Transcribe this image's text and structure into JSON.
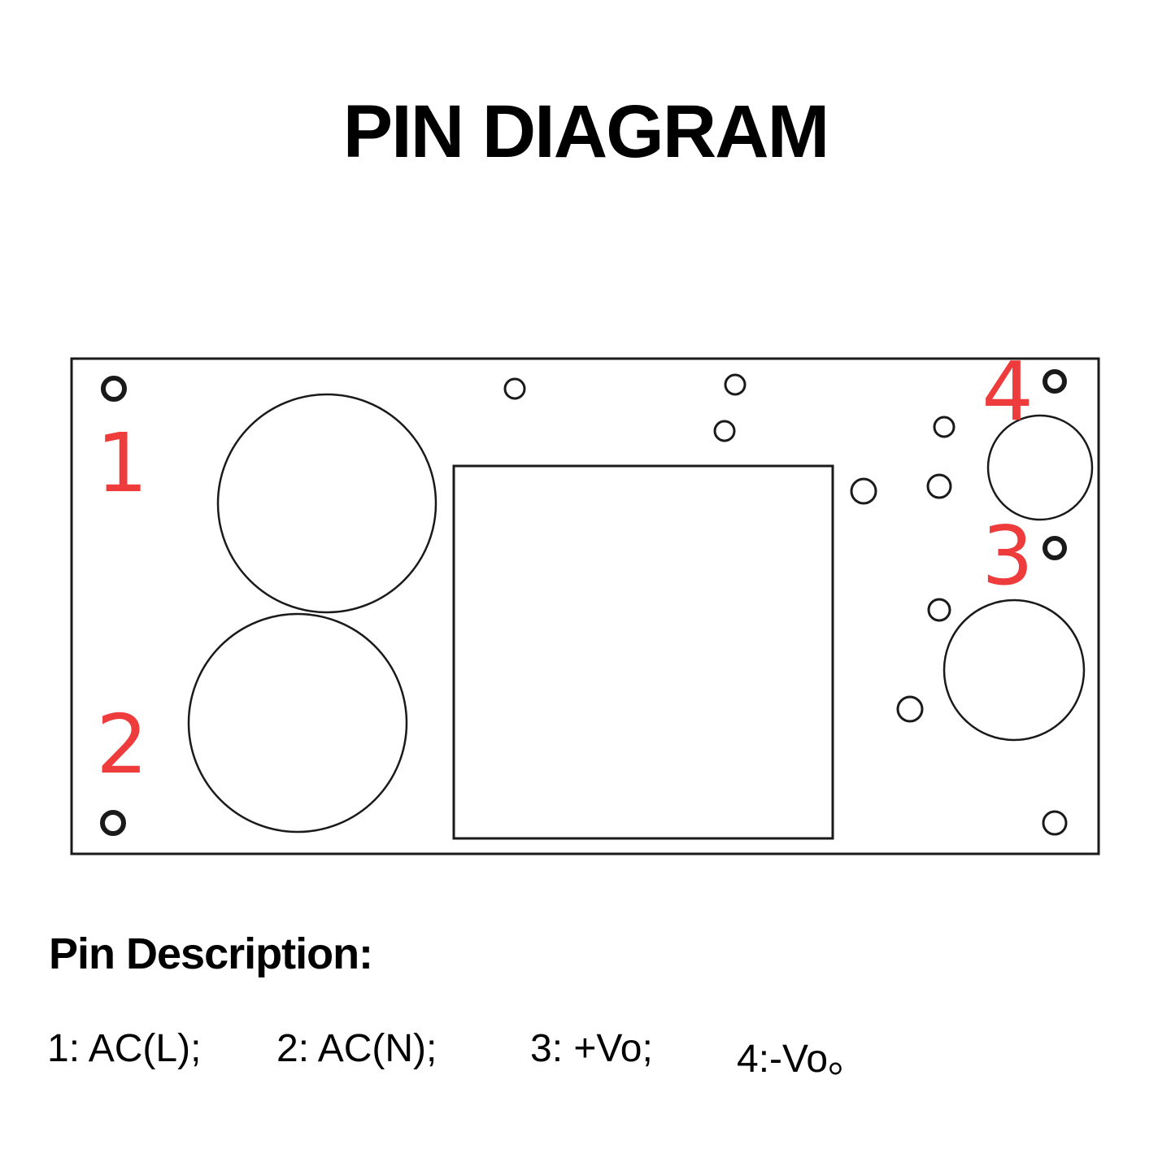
{
  "title": "PIN DIAGRAM",
  "pins": [
    {
      "number": "1"
    },
    {
      "number": "2"
    },
    {
      "number": "3"
    },
    {
      "number": "4"
    }
  ],
  "colors": {
    "pin_label": "#ee3b3b",
    "outline": "#1a1a1a",
    "background": "#ffffff"
  },
  "description": {
    "heading": "Pin Description:",
    "items": [
      {
        "text": "1: AC(L);"
      },
      {
        "text": "2: AC(N);"
      },
      {
        "text": "3: +Vo;"
      },
      {
        "text": "4:-Vo。"
      }
    ]
  }
}
